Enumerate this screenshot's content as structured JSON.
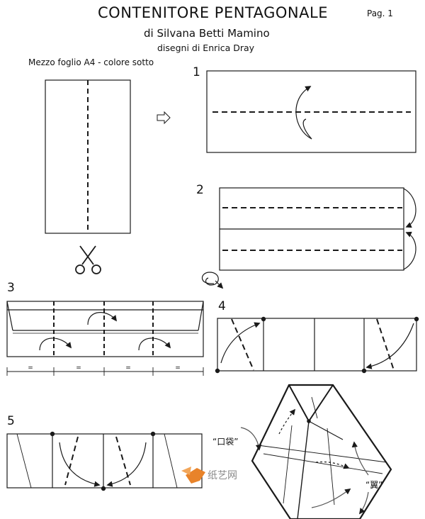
{
  "header": {
    "title": "CONTENITORE PENTAGONALE",
    "page_label": "Pag. 1",
    "author": "di Silvana Betti Mamino",
    "illustrations": "disegni di Enrica Dray"
  },
  "paper_note": "Mezzo foglio A4 - colore sotto",
  "steps": [
    {
      "number": "1"
    },
    {
      "number": "2"
    },
    {
      "number": "3"
    },
    {
      "number": "4"
    },
    {
      "number": "5"
    }
  ],
  "equal_mark": "=",
  "labels": {
    "pocket": "“口袋”",
    "open": "“翼”"
  },
  "watermark": {
    "text": "纸艺网",
    "color": "#e8832a"
  },
  "colors": {
    "line": "#1a1a1a",
    "guide": "#555555"
  }
}
